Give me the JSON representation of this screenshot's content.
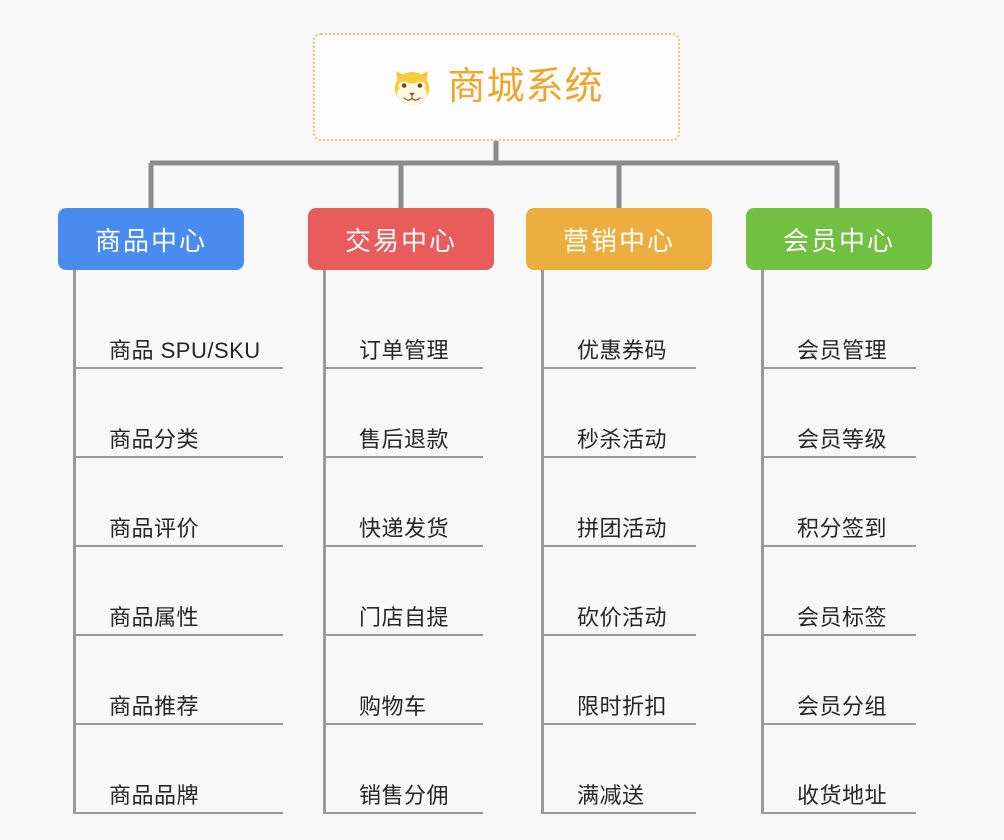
{
  "diagram": {
    "type": "org-chart-mindmap",
    "background_color": "#f8f8f8",
    "connector_color": "#8c8c8c"
  },
  "root": {
    "title": "商城系统",
    "icon": "shiba-dog-face-icon",
    "text_color": "#eda72e",
    "border_color": "#f0c070",
    "background_color": "#fdfdfd"
  },
  "branches": [
    {
      "label": "商品中心",
      "color": "#4a8bf0",
      "items": [
        "商品 SPU/SKU",
        "商品分类",
        "商品评价",
        "商品属性",
        "商品推荐",
        "商品品牌"
      ]
    },
    {
      "label": "交易中心",
      "color": "#e85c5c",
      "items": [
        "订单管理",
        "售后退款",
        "快递发货",
        "门店自提",
        "购物车",
        "销售分佣"
      ]
    },
    {
      "label": "营销中心",
      "color": "#edae41",
      "items": [
        "优惠券码",
        "秒杀活动",
        "拼团活动",
        "砍价活动",
        "限时折扣",
        "满减送"
      ]
    },
    {
      "label": "会员中心",
      "color": "#72c041",
      "items": [
        "会员管理",
        "会员等级",
        "积分签到",
        "会员标签",
        "会员分组",
        "收货地址"
      ]
    }
  ]
}
